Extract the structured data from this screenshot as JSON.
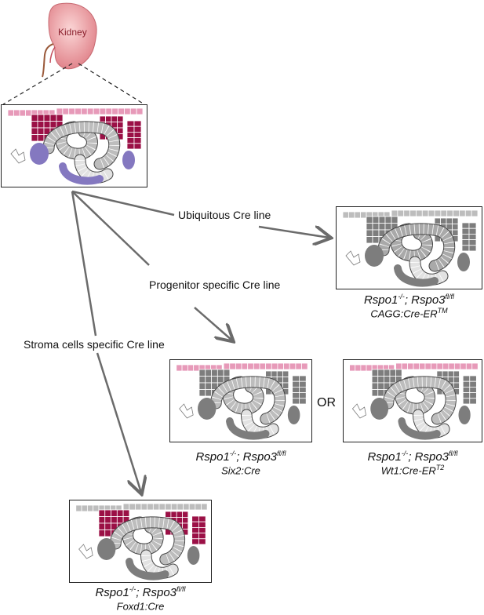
{
  "organ_label": "Kidney",
  "arrows": {
    "ubiquitous": "Ubiquitous Cre line",
    "progenitor": "Progenitor specific Cre line",
    "stroma": "Stroma cells specific Cre line"
  },
  "or_label": "OR",
  "genotypes": {
    "cagg": {
      "rspo1": "Rspo1",
      "rspo1_sup": "-/-",
      "sep": "; ",
      "rspo3": "Rspo3",
      "rspo3_sup": "fl/fl",
      "cre": "CAGG:Cre-ER",
      "cre_sup": "TM"
    },
    "six2": {
      "rspo1": "Rspo1",
      "rspo1_sup": "-/-",
      "sep": "; ",
      "rspo3": "Rspo3",
      "rspo3_sup": "fl/fl",
      "cre": "Six2:Cre",
      "cre_sup": ""
    },
    "wt1": {
      "rspo1": "Rspo1",
      "rspo1_sup": "-/-",
      "sep": "; ",
      "rspo3": "Rspo3",
      "rspo3_sup": "fl/fl",
      "cre": "Wt1:Cre-ER",
      "cre_sup": "T2"
    },
    "foxd1": {
      "rspo1": "Rspo1",
      "rspo1_sup": "-/-",
      "sep": "; ",
      "rspo3": "Rspo3",
      "rspo3_sup": "fl/fl",
      "cre": "Foxd1:Cre",
      "cre_sup": ""
    }
  },
  "colors": {
    "stroma": "#9b1046",
    "cap_mesenchyme": "#e79ab9",
    "epithelium": "#bdbdbd",
    "deleted": "#7d7d7d",
    "ureteric": "#8478c0",
    "kidney": "#e8868e",
    "arrow": "#6b6b6b"
  }
}
